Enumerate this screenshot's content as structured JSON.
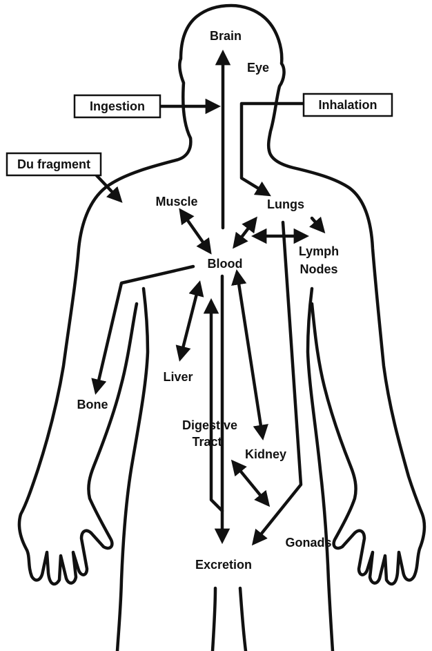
{
  "colors": {
    "ink": "#111111",
    "background": "#ffffff"
  },
  "boxed_labels": {
    "ingestion": "Ingestion",
    "inhalation": "Inhalation",
    "du_fragment": "Du fragment"
  },
  "organs": {
    "brain": "Brain",
    "eye": "Eye",
    "muscle": "Muscle",
    "lungs": "Lungs",
    "lymph_nodes_line1": "Lymph",
    "lymph_nodes_line2": "Nodes",
    "blood": "Blood",
    "liver": "Liver",
    "bone": "Bone",
    "digestive_tract_line1": "Digestive",
    "digestive_tract_line2": "Tract",
    "kidney": "Kidney",
    "gonads": "Gonads",
    "excretion": "Excretion"
  }
}
